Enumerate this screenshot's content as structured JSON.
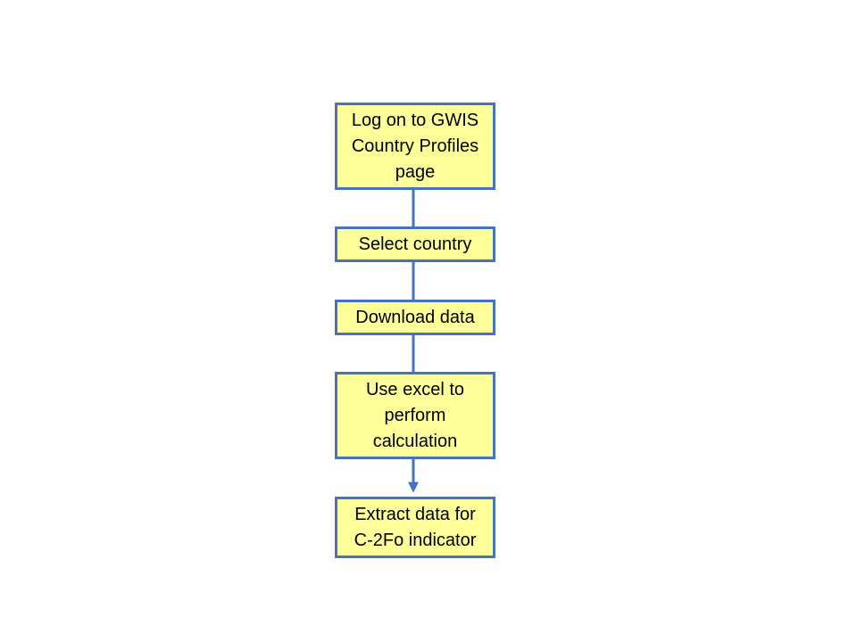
{
  "flowchart": {
    "colors": {
      "box_fill": "#ffff99",
      "box_border": "#4472c4",
      "connector": "#4472c4"
    },
    "steps": [
      {
        "label": "Log on to GWIS Country Profiles page"
      },
      {
        "label": "Select country"
      },
      {
        "label": "Download data"
      },
      {
        "label": "Use excel to perform calculation"
      },
      {
        "label": "Extract data for C-2Fo indicator"
      }
    ],
    "connections": [
      {
        "from": 0,
        "to": 1,
        "arrow": false
      },
      {
        "from": 1,
        "to": 2,
        "arrow": false
      },
      {
        "from": 2,
        "to": 3,
        "arrow": false
      },
      {
        "from": 3,
        "to": 4,
        "arrow": true
      }
    ]
  }
}
